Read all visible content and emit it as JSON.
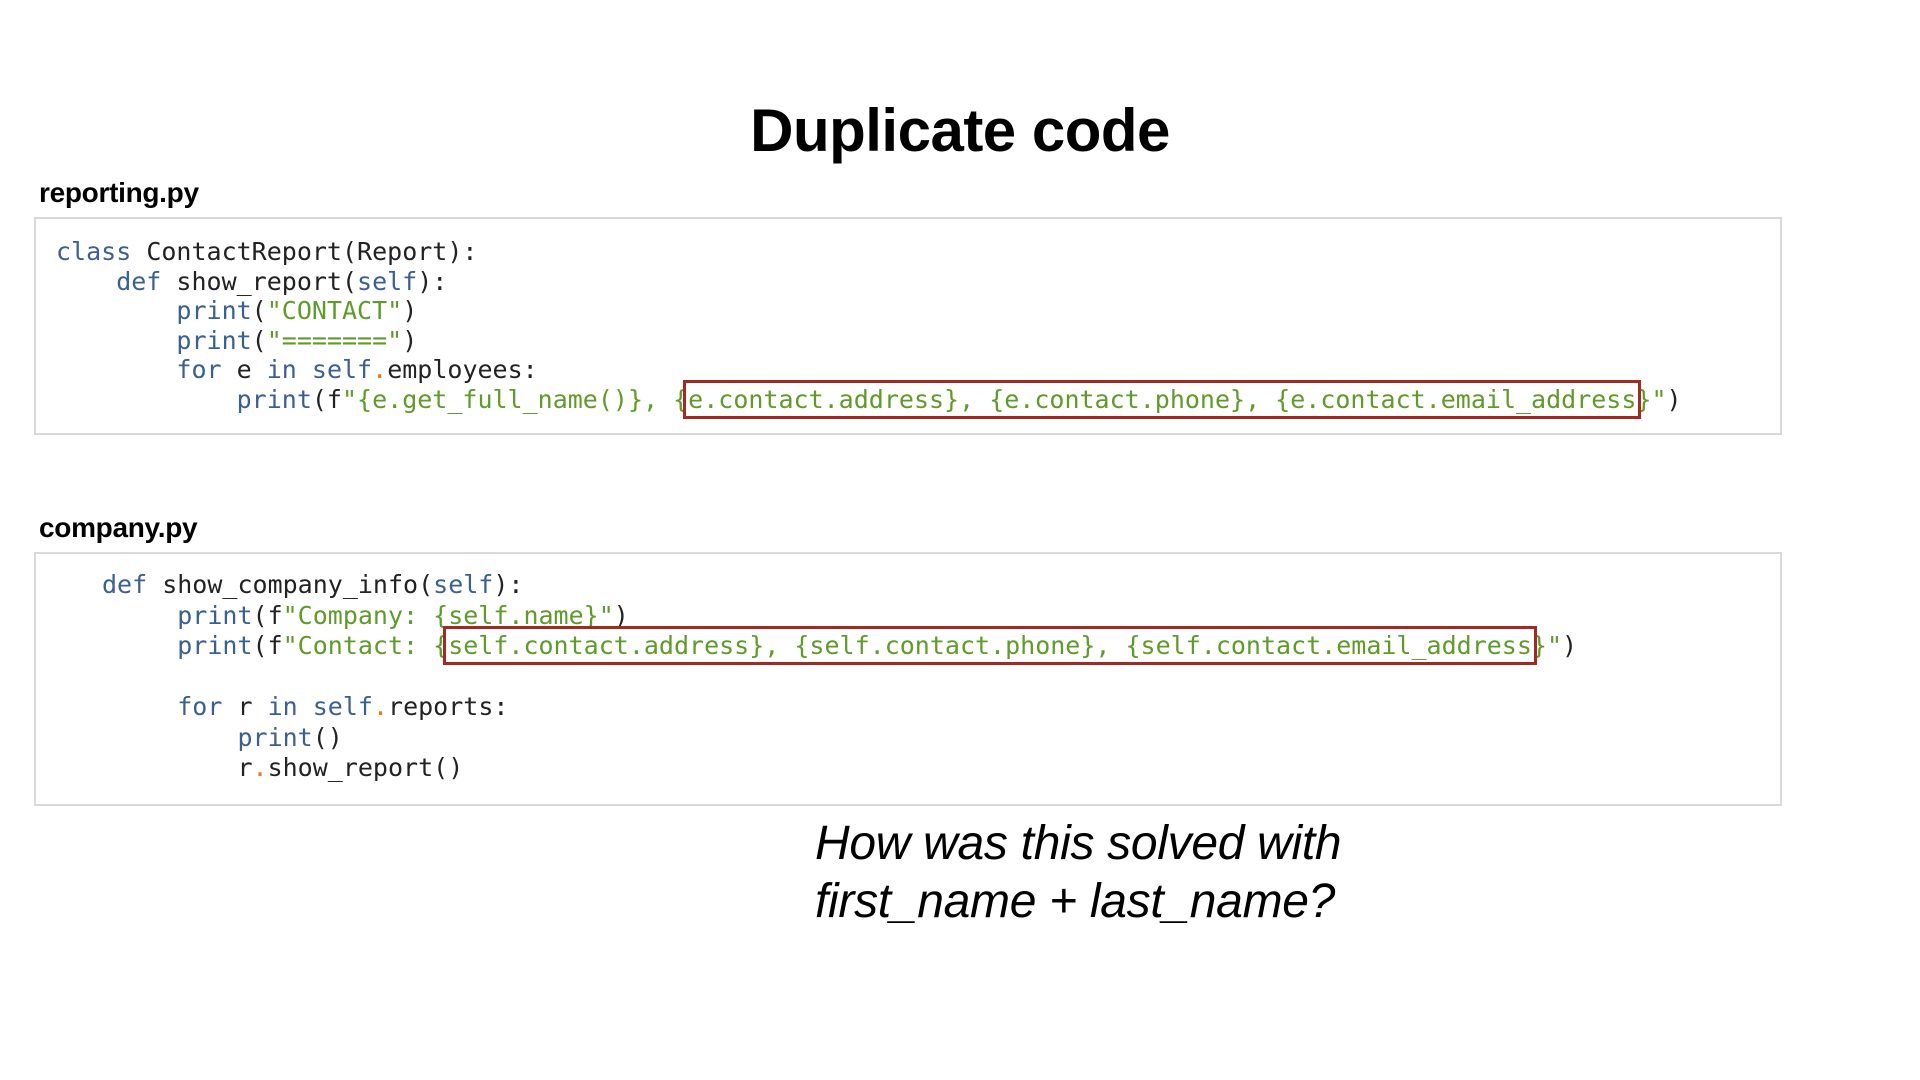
{
  "title": "Duplicate code",
  "files": [
    {
      "name": "reporting.py",
      "lines": [
        [
          {
            "t": "class",
            "c": "kw"
          },
          {
            "t": " ContactReport(Report):",
            "c": "id"
          }
        ],
        [
          {
            "t": "    def",
            "c": "kw"
          },
          {
            "t": " show_report(",
            "c": "id"
          },
          {
            "t": "self",
            "c": "kw"
          },
          {
            "t": "):",
            "c": "id"
          }
        ],
        [
          {
            "t": "        print",
            "c": "fn"
          },
          {
            "t": "(",
            "c": "id"
          },
          {
            "t": "\"CONTACT\"",
            "c": "str"
          },
          {
            "t": ")",
            "c": "id"
          }
        ],
        [
          {
            "t": "        print",
            "c": "fn"
          },
          {
            "t": "(",
            "c": "id"
          },
          {
            "t": "\"=======\"",
            "c": "str"
          },
          {
            "t": ")",
            "c": "id"
          }
        ],
        [
          {
            "t": "        for",
            "c": "kw"
          },
          {
            "t": " e ",
            "c": "id"
          },
          {
            "t": "in",
            "c": "kw"
          },
          {
            "t": " ",
            "c": "id"
          },
          {
            "t": "self",
            "c": "kw"
          },
          {
            "t": ".",
            "c": "dot"
          },
          {
            "t": "employees:",
            "c": "id"
          }
        ],
        [
          {
            "t": "            print",
            "c": "fn"
          },
          {
            "t": "(f",
            "c": "id"
          },
          {
            "t": "\"{e.get_full_name()}, {",
            "c": "str"
          },
          {
            "t": "e.contact.address}, {e.contact.phone}, {e.contact.email_address",
            "c": "str",
            "hl": true
          },
          {
            "t": "}\"",
            "c": "str"
          },
          {
            "t": ")",
            "c": "id"
          }
        ]
      ]
    },
    {
      "name": "company.py",
      "lines": [
        [
          {
            "t": "def",
            "c": "kw"
          },
          {
            "t": " show_company_info(",
            "c": "id"
          },
          {
            "t": "self",
            "c": "kw"
          },
          {
            "t": "):",
            "c": "id"
          }
        ],
        [
          {
            "t": "     print",
            "c": "fn"
          },
          {
            "t": "(f",
            "c": "id"
          },
          {
            "t": "\"Company: {self.name}\"",
            "c": "str"
          },
          {
            "t": ")",
            "c": "id"
          }
        ],
        [
          {
            "t": "     print",
            "c": "fn"
          },
          {
            "t": "(f",
            "c": "id"
          },
          {
            "t": "\"Contact: {",
            "c": "str"
          },
          {
            "t": "self.contact.address}, {self.contact.phone}, {self.contact.email_address",
            "c": "str",
            "hl": true
          },
          {
            "t": "}\"",
            "c": "str"
          },
          {
            "t": ")",
            "c": "id"
          }
        ],
        [
          {
            "t": "",
            "c": "id"
          }
        ],
        [
          {
            "t": "     for",
            "c": "kw"
          },
          {
            "t": " r ",
            "c": "id"
          },
          {
            "t": "in",
            "c": "kw"
          },
          {
            "t": " ",
            "c": "id"
          },
          {
            "t": "self",
            "c": "kw"
          },
          {
            "t": ".",
            "c": "dot"
          },
          {
            "t": "reports:",
            "c": "id"
          }
        ],
        [
          {
            "t": "         print",
            "c": "fn"
          },
          {
            "t": "()",
            "c": "id"
          }
        ],
        [
          {
            "t": "         r",
            "c": "id"
          },
          {
            "t": ".",
            "c": "dot"
          },
          {
            "t": "show_report()",
            "c": "id"
          }
        ]
      ]
    }
  ],
  "question": {
    "line1": "How was this solved with",
    "line2": "first_name + last_name?"
  },
  "colors": {
    "keyword": "#3a5f91",
    "string": "#5f9a2a",
    "identifier": "#222222",
    "dot": "#e07b26",
    "highlight_box": "#a32a22",
    "code_border": "#d9d9d9"
  }
}
